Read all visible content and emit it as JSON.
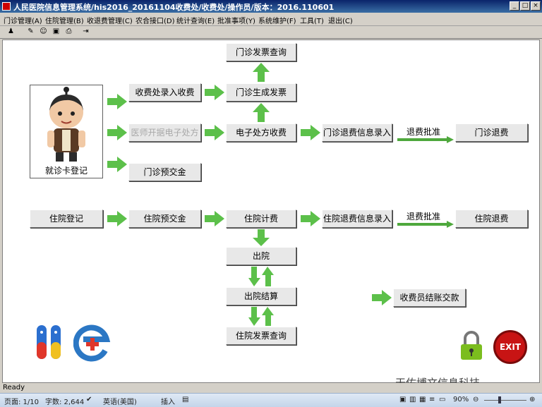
{
  "window": {
    "title": "人民医院信息管理系统/his2016_20161104收费处/收费处/操作员/版本：2016.110601",
    "min_label": "_",
    "max_label": "□",
    "close_label": "×"
  },
  "menu": [
    "门诊管理(A)",
    "住院管理(B)",
    "收退费管理(C)",
    "农合接口(D)",
    "统计查询(E)",
    "批准事项(Y)",
    "系统维护(F)",
    "工具(T)",
    "退出(C)"
  ],
  "flow": {
    "outpatient_invoice_query": "门诊发票查询",
    "outpatient_generate_invoice": "门诊生成发票",
    "cashier_entry": "收费处录入收费",
    "doctor_e_prescription": "医师开据电子处方",
    "e_prescription_charge": "电子处方收费",
    "outpatient_refund_entry": "门诊退费信息录入",
    "refund_approval_1": "退费批准",
    "outpatient_refund": "门诊退费",
    "outpatient_deposit": "门诊预交金",
    "card_registration": "就诊卡登记",
    "inpatient_registration": "住院登记",
    "inpatient_deposit": "住院预交金",
    "inpatient_billing": "住院计费",
    "inpatient_refund_entry": "住院退费信息录入",
    "refund_approval_2": "退费批准",
    "inpatient_refund": "住院退费",
    "discharge": "出院",
    "discharge_settlement": "出院结算",
    "inpatient_invoice_query": "住院发票查询",
    "cashier_settlement": "收费员结账交款",
    "exit_label": "EXIT"
  },
  "status": {
    "ready": "Ready"
  },
  "wordbar": {
    "page": "页面: 1/10",
    "words": "字数: 2,644",
    "language": "英语(美国)",
    "insert": "插入",
    "zoom": "90%"
  },
  "watermark": "天佑博文信息科技",
  "colors": {
    "arrow_green": "#5cc04a",
    "title_blue": "#0a246a",
    "button_face": "#e8e8e8"
  }
}
